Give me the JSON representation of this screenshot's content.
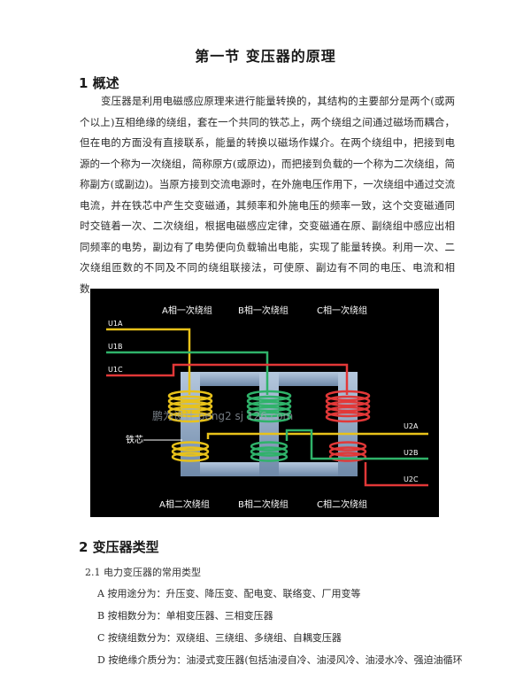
{
  "title": "第一节 变压器的原理",
  "section1": {
    "heading": "1 概述",
    "paragraph": "变压器是利用电磁感应原理来进行能量转换的，其结构的主要部分是两个(或两个以上)互相绝缘的绕组，套在一个共同的铁芯上，两个绕组之间通过磁场而耦合，但在电的方面没有直接联系，能量的转换以磁场作媒介。在两个绕组中，把接到电源的一个称为一次绕组，简称原方(或原边)，而把接到负载的一个称为二次绕组，简称副方(或副边)。当原方接到交流电源时，在外施电压作用下，一次绕组中通过交流电流，并在铁芯中产生交变磁通，其频率和外施电压的频率一致，这个交变磁通同时交链着一次、二次绕组，根据电磁感应定律，交变磁通在原、副绕组中感应出相同频率的电势，副边有了电势便向负载输出电能，实现了能量转换。利用一次、二次绕组匝数的不同及不同的绕组联接法，可使原、副边有不同的电压、电流和相数。"
  },
  "figure": {
    "labels": {
      "a_primary": "A相一次绕组",
      "b_primary": "B相一次绕组",
      "c_primary": "C相一次绕组",
      "a_secondary": "A相二次绕组",
      "b_secondary": "B相二次绕组",
      "c_secondary": "C相二次绕组",
      "core": "铁芯",
      "u1a": "U1A",
      "u1b": "U1B",
      "u1c": "U1C",
      "u2a": "U2A",
      "u2b": "U2B",
      "u2c": "U2C",
      "watermark": "鹏为设计 peng2 sj 126.com"
    },
    "colors": {
      "phase_a": "#e8c21a",
      "phase_b": "#2fb36a",
      "phase_c": "#e23838",
      "core": "#8fa8c4"
    }
  },
  "section2": {
    "heading": "2 变压器类型",
    "subheading": "2.1 电力变压器的常用类型",
    "items": [
      "A 按用途分为：升压变、降压变、配电变、联络变、厂用变等",
      "B 按相数分为：单相变压器、三相变压器",
      "C 按绕组数分为：双绕组、三绕组、多绕组、自耦变压器",
      "D 按绝缘介质分为：油浸式变压器(包括油浸自冷、油浸风冷、油浸水冷、强迫油循环"
    ]
  }
}
